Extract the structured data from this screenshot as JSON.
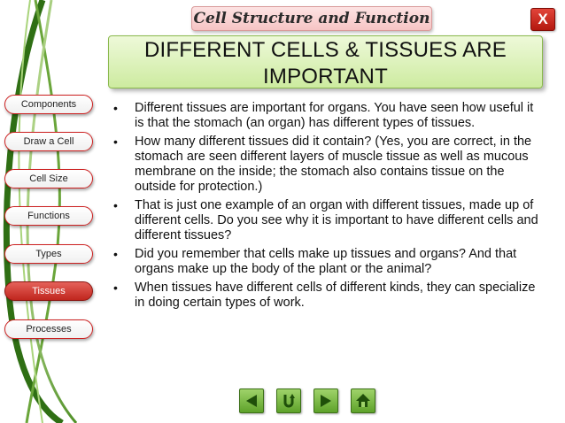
{
  "header": {
    "app_title": "Cell Structure and Function",
    "close_label": "X"
  },
  "slide": {
    "heading": "DIFFERENT CELLS & TISSUES ARE IMPORTANT",
    "bullets": [
      "Different tissues are important for organs. You have seen how useful it is that the stomach (an organ) has different types of tissues.",
      "How many different tissues did it contain? (Yes, you are correct, in the stomach are seen different layers of muscle tissue as well as mucous membrane on the inside; the stomach also contains tissue on the outside for protection.)",
      "That is just one example of an organ with different tissues, made up of different cells. Do you see why it is important to have different cells and different tissues?",
      "Did you remember that cells make up tissues and organs? And that organs make up the body of the plant or the animal?",
      "When tissues have different cells of different kinds, they can specialize in doing certain types of work."
    ]
  },
  "sidebar": {
    "items": [
      {
        "label": "Components",
        "active": false
      },
      {
        "label": "Draw a Cell",
        "active": false
      },
      {
        "label": "Cell Size",
        "active": false
      },
      {
        "label": "Functions",
        "active": false
      },
      {
        "label": "Types",
        "active": false
      },
      {
        "label": "Tissues",
        "active": true
      },
      {
        "label": "Processes",
        "active": false
      }
    ]
  },
  "footer_nav": {
    "buttons": [
      "back-icon",
      "return-icon",
      "forward-icon",
      "home-icon"
    ]
  },
  "colors": {
    "accent_red": "#c0261d",
    "heading_green": "#cdeba0",
    "nav_green": "#5ea22a",
    "deco_green": "#6aa53a"
  }
}
